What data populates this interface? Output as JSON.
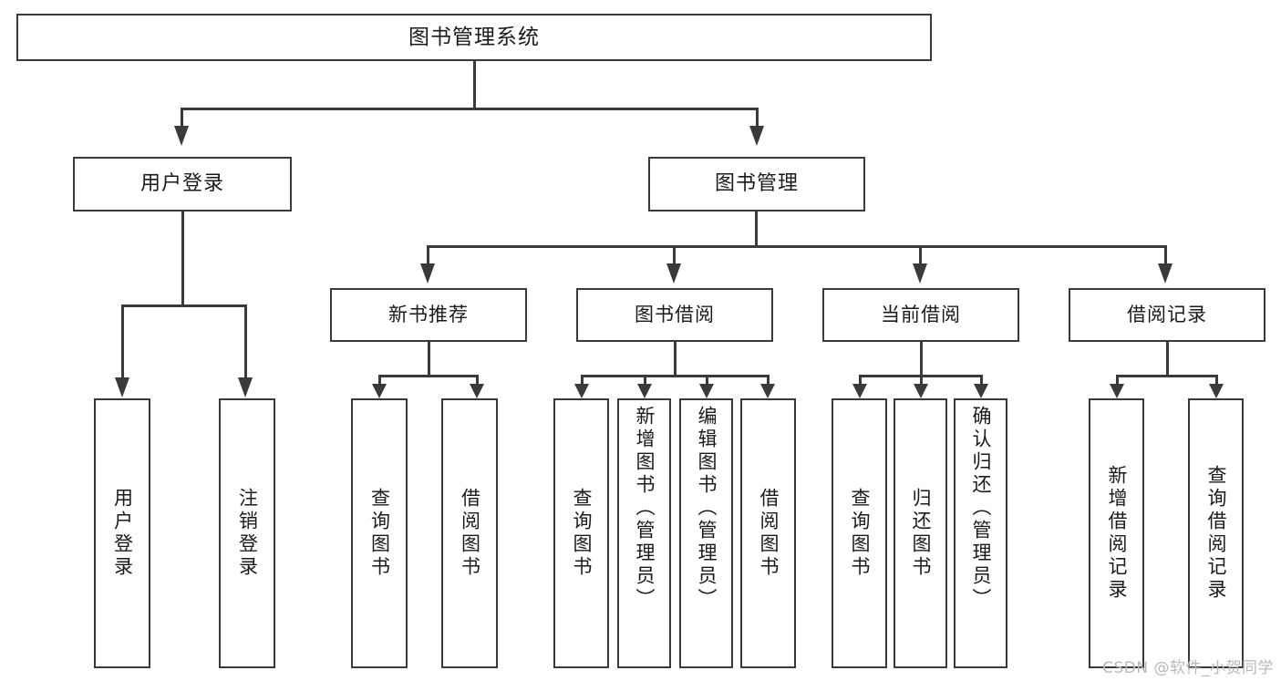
{
  "diagram": {
    "title": "图书管理系统",
    "type": "tree",
    "root": {
      "label": "图书管理系统"
    },
    "level1": [
      {
        "label": "用户登录"
      },
      {
        "label": "图书管理"
      }
    ],
    "level2": [
      {
        "label": "新书推荐"
      },
      {
        "label": "图书借阅"
      },
      {
        "label": "当前借阅"
      },
      {
        "label": "借阅记录"
      }
    ],
    "leaves": {
      "user_login": [
        {
          "label": "用户登录"
        },
        {
          "label": "注销登录"
        }
      ],
      "new_book": [
        {
          "label": "查询图书"
        },
        {
          "label": "借阅图书"
        }
      ],
      "borrow": [
        {
          "label": "查询图书"
        },
        {
          "label": "新增图书（管理员）"
        },
        {
          "label": "编辑图书（管理员）"
        },
        {
          "label": "借阅图书"
        }
      ],
      "current": [
        {
          "label": "查询图书"
        },
        {
          "label": "归还图书"
        },
        {
          "label": "确认归还（管理员）"
        }
      ],
      "records": [
        {
          "label": "新增借阅记录"
        },
        {
          "label": "查询借阅记录"
        }
      ]
    }
  },
  "watermark": "CSDN @软件_小贺同学",
  "colors": {
    "stroke": "#3a3a3a",
    "background": "#ffffff",
    "text": "#1a1a1a",
    "watermark": "#b9b9b9"
  }
}
